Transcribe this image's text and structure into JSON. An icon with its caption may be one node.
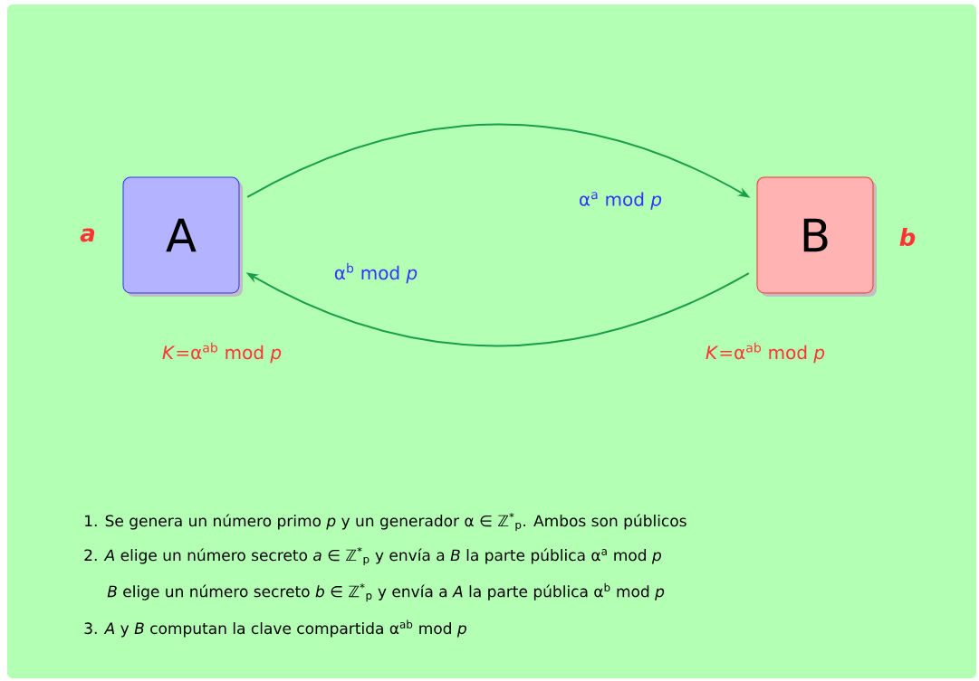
{
  "diagram": {
    "nodes": [
      {
        "text": [
          "A"
        ],
        "beside": [
          "a",
          "*K*=α$^{ab}$ mod *p*"
        ]
      },
      {
        "text": [
          "B"
        ],
        "beside": [
          "b",
          "*K*=α$^{ab}$ mod *p*"
        ]
      }
    ],
    "edges": [
      {
        "from": 0,
        "to": 1,
        "arrow": "to",
        "label": "α$^{a}$ mod *p*"
      },
      {
        "from": 1,
        "to": 0,
        "arrow": "to",
        "label": "α$^{b}$ mod *p*"
      }
    ],
    "labels": [
      "1. Se genera un número primo *p* y un generador α ∈ ℤ$^{*}$$_{p}$. Ambos son públicos",
      "2. *A* elige un número secreto *a* ∈ ℤ$^{*}$$_{p}$ y envía a *B* la parte pública α$^{a}$ mod *p*",
      "*B* elige un número secreto *b* ∈ ℤ$^{*}$$_{p}$ y envía a *A* la parte pública α$^{b}$ mod *p*",
      "3. *A* y *B* computan la clave compartida α$^{ab}$ mod *p*"
    ]
  }
}
